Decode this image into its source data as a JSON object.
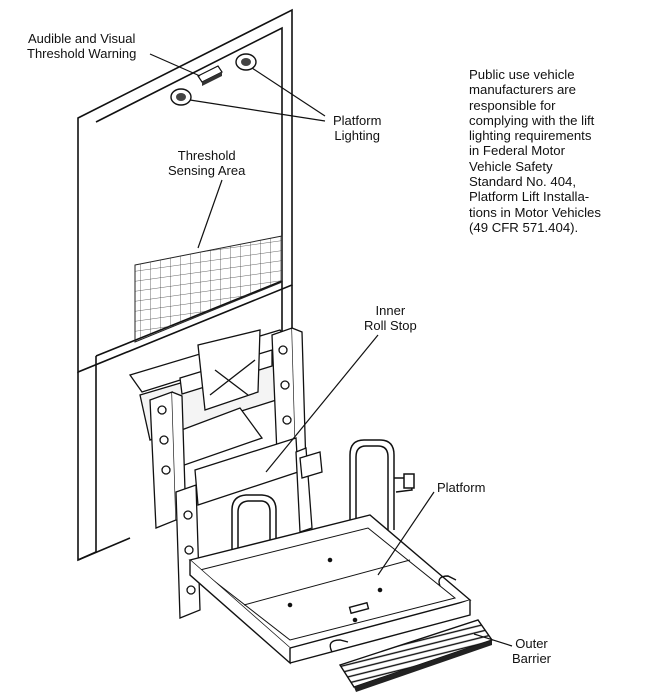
{
  "labels": {
    "threshold_warning": [
      "Audible and Visual",
      "Threshold Warning"
    ],
    "platform_lighting": [
      "Platform",
      "Lighting"
    ],
    "threshold_sensing_area": [
      "Threshold",
      "Sensing Area"
    ],
    "inner_roll_stop": [
      "Inner",
      "Roll Stop"
    ],
    "platform": "Platform",
    "outer_barrier": [
      "Outer",
      "Barrier"
    ]
  },
  "note": [
    "Public use vehicle",
    "manufacturers are",
    "responsible for",
    "complying with the lift",
    "lighting requirements",
    "in Federal Motor",
    "Vehicle Safety",
    "Standard No. 404,",
    "Platform Lift Installa-",
    "tions in Motor Vehicles",
    "(49 CFR 571.404)."
  ]
}
